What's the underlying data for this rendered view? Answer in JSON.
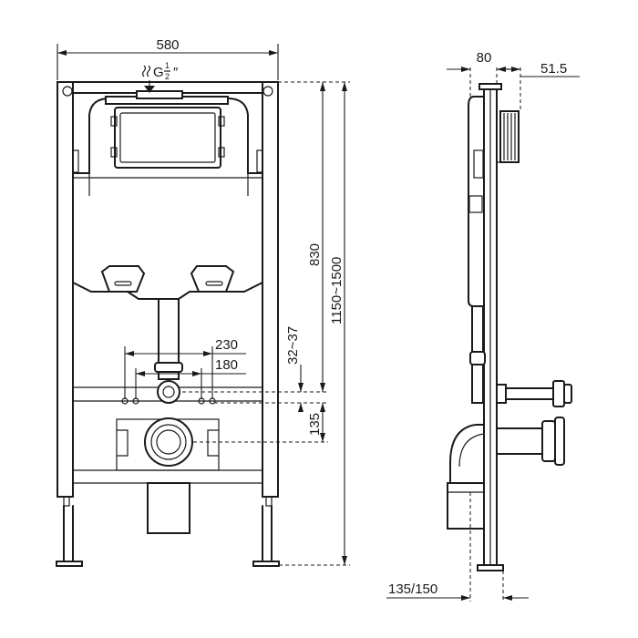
{
  "dimensions": {
    "width_frame": "580",
    "height_tank": "830",
    "height_total": "1150~1500",
    "spacing_outer": "230",
    "spacing_inner": "180",
    "inlet_range": "32~37",
    "outlet_height": "135",
    "depth_frame": "80",
    "depth_offset": "51.5",
    "drain_offset": "135/150"
  },
  "inlet": {
    "letter": "G",
    "numerator": "1",
    "denominator": "2",
    "mark": "″"
  }
}
